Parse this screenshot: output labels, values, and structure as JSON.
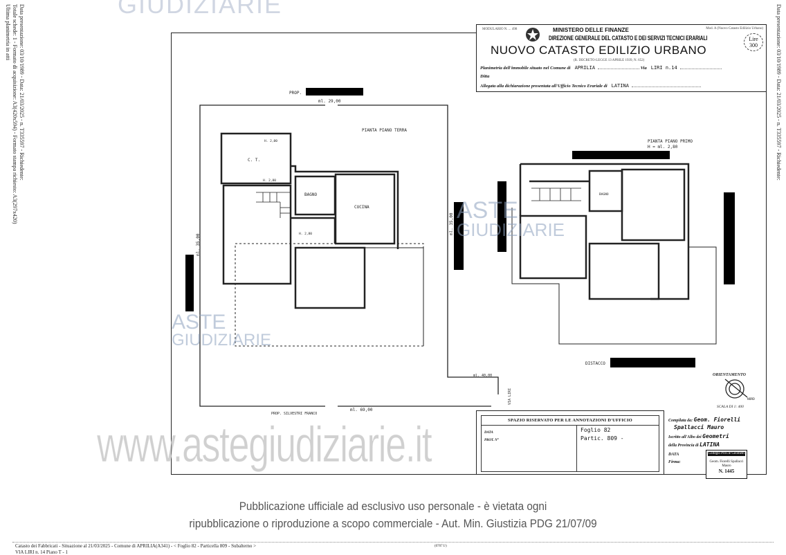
{
  "side_text": {
    "left": [
      "Data presentazione: 03/10/1989 - Data: 21/03/2025 - n. T335597 - Richiedente:",
      "Totale schede: 1 - Formato di acquisizione: A3(420x594) - Formato stampa richiesto: A3(297x420)",
      "Ultima planimetria in atti"
    ],
    "right": "Data presentazione: 03/10/1989 - Data: 21/03/2025 - n. T335597 - Richiedente:"
  },
  "header": {
    "small_left": "MODULARIO N. ... 498",
    "small_right": "Mod. A (Nuovo Catasto Edilizio Urbano)",
    "ministero": "MINISTERO DELLE FINANZE",
    "direzione": "DIREZIONE GENERALE DEL CATASTO E DEI SERVIZI TECNICI ERARIALI",
    "title": "NUOVO CATASTO EDILIZIO URBANO",
    "decree": "(R. DECRETO-LEGGE 13 APRILE 1939, N. 652)",
    "lire_label": "Lire",
    "lire_value": "300",
    "line1_label": "Planimetria dell'immobile situato nel Comune di",
    "comune": "APRILIA",
    "via_label": "Via",
    "via": "LIRI n.14",
    "line2_label": "Ditta",
    "line3_label": "Allegata alla dichiarazione presentata all'Ufficio Tecnico Erariale di",
    "ufficio": "LATINA"
  },
  "plan": {
    "prop_top": "PROP.",
    "ml_top": "ml. 29,00",
    "ground_title": "PIANTA PIANO TERRA",
    "ct": "C. T.",
    "h1": "H. 2,00",
    "h2": "H. 2,80",
    "h3": "H. 2,80",
    "bagno": "BAGNO",
    "cucina": "CUCINA",
    "ml_left": "ml. 35,00",
    "ml_mid": "ml. 35,00",
    "first_title": "PIANTA PIANO PRIMO",
    "first_h": "H = ml. 2,80",
    "bagno1": "BAGNO",
    "distacco": "DISTACCO",
    "ml_bottom_right": "ml. 40,00",
    "via_liri_vertical": "VIA LIRI",
    "ml_bottom": "ml. 69,00",
    "prop_bottom": "PROP. SILVESTRI FRANCO",
    "orientamento": "ORIENTAMENTO",
    "nord": "NORD",
    "scala": "SCALA DI 1: 400"
  },
  "annotations": {
    "title": "SPAZIO RISERVATO PER LE ANNOTAZIONI D'UFFICIO",
    "data_label": "DATA",
    "prot_label": "PROT. N°",
    "foglio": "Foglio 82",
    "particella": "Partic. 809 -"
  },
  "compiler": {
    "compilata_label": "Compilata da:",
    "name1": "Geom. Fiorelli",
    "name2": "Spallacci Mauro",
    "iscritto_label": "Iscritto all'Albo dei",
    "albo": "Geometri",
    "provincia_label": "della Provincia di",
    "provincia": "LATINA",
    "data_label": "DATA",
    "firma_label": "Firma:",
    "stamp_line1": "Collegio Prov.le Geometri",
    "stamp_line2": "Geom. Fiorelli Spallacci Mauro",
    "stamp_number": "N. 1445"
  },
  "watermark": {
    "top": "GIUDIZIARIE",
    "logo_line1": "ASTE",
    "logo_line2": "GIUDIZIARIE",
    "big": "www.astegiudiziarie.it"
  },
  "disclaimer": {
    "line1": "Pubblicazione ufficiale ad esclusivo uso personale - è vietata ogni",
    "line2": "ripubblicazione o riproduzione a scopo commerciale - Aut. Min. Giustizia PDG 21/07/09"
  },
  "footer": {
    "line1": "Catasto dei Fabbricati - Situazione al 21/03/2025 - Comune di APRILIA(A341) - < Foglio 82 - Particella 809 - Subalterno >",
    "line2": "VIA LIRI n. 14 Piano T - 1",
    "center": "(0707 I/)"
  }
}
